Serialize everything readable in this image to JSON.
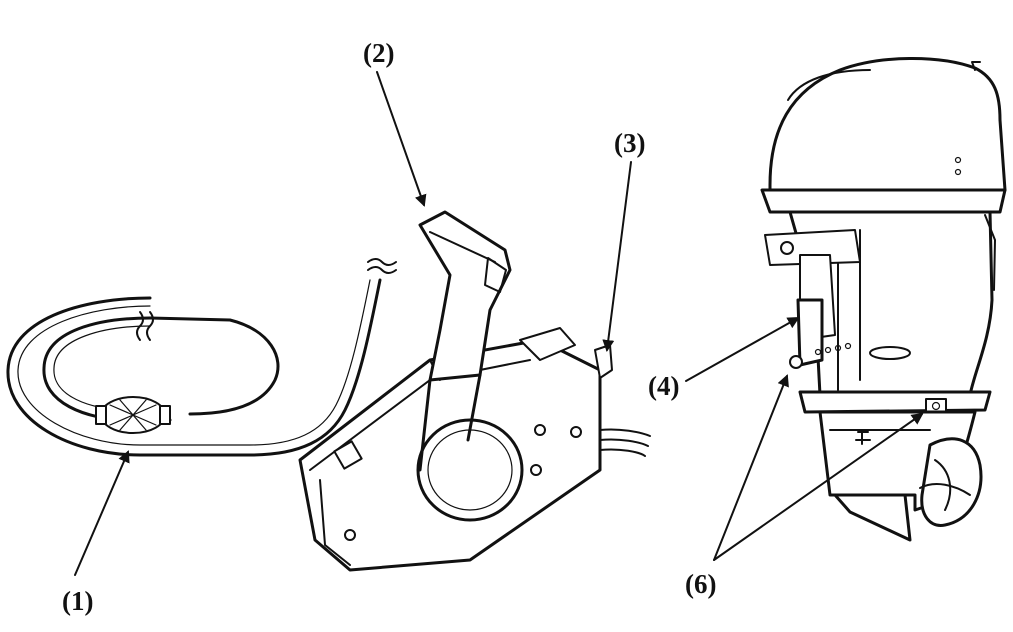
{
  "callouts": {
    "c1": "(1)",
    "c2": "(2)",
    "c3": "(3)",
    "c4": "(4)",
    "c6": "(6)"
  },
  "parts": {
    "fuel_line": "fuel-hose-with-primer-bulb",
    "remote_control": "remote-control-box-with-lever",
    "engine": "outboard-motor"
  },
  "colors": {
    "ink": "#111111",
    "paper": "#ffffff"
  }
}
